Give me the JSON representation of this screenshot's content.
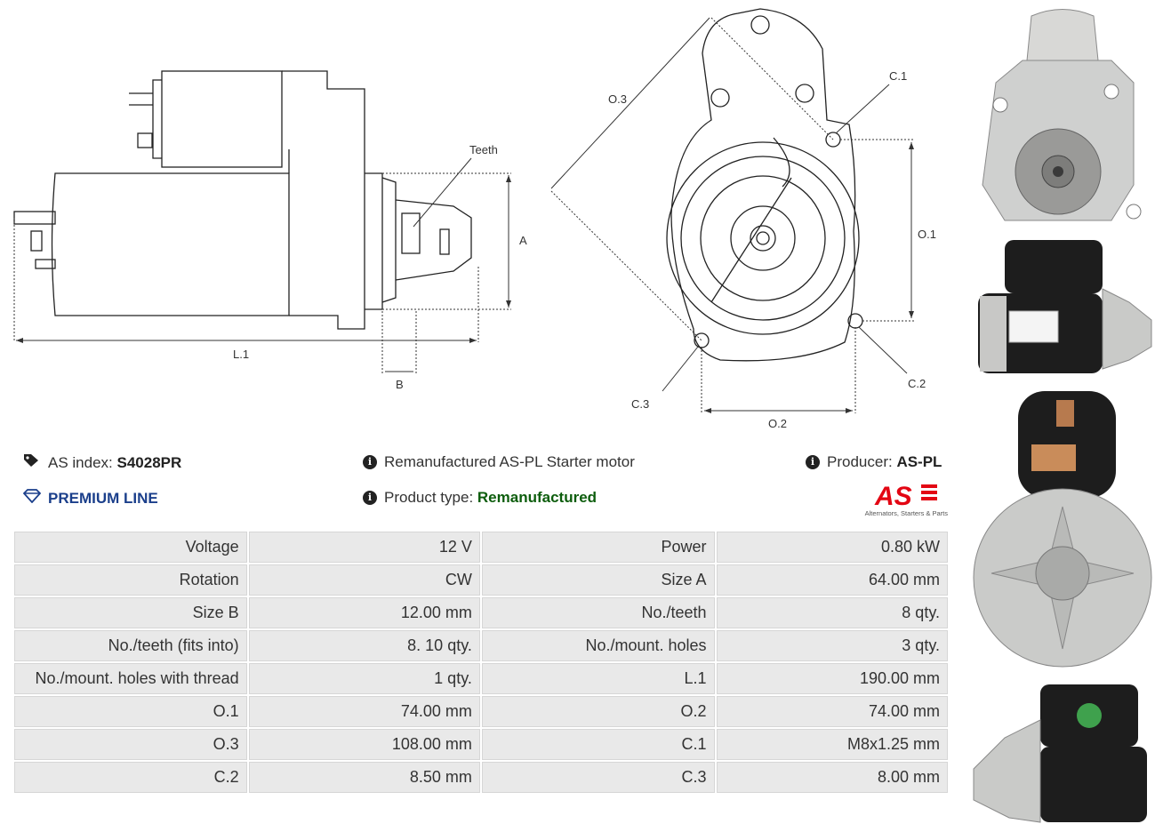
{
  "diagram": {
    "labels": {
      "teeth": "Teeth",
      "a": "A",
      "b": "B",
      "l1": "L.1",
      "o1": "O.1",
      "o2": "O.2",
      "o3": "O.3",
      "c1": "C.1",
      "c2": "C.2",
      "c3": "C.3"
    }
  },
  "header": {
    "as_index_label": "AS index:",
    "as_index_value": "S4028PR",
    "premium_line": "PREMIUM LINE",
    "description": "Remanufactured AS-PL Starter motor",
    "product_type_label": "Product type:",
    "product_type_value": "Remanufactured",
    "producer_label": "Producer:",
    "producer_value": "AS-PL",
    "logo_text": "AS",
    "logo_tagline": "Alternators, Starters & Parts"
  },
  "specs": [
    [
      "Voltage",
      "12 V",
      "Power",
      "0.80 kW"
    ],
    [
      "Rotation",
      "CW",
      "Size A",
      "64.00 mm"
    ],
    [
      "Size B",
      "12.00 mm",
      "No./teeth",
      "8 qty."
    ],
    [
      "No./teeth (fits into)",
      "8. 10 qty.",
      "No./mount. holes",
      "3 qty."
    ],
    [
      "No./mount. holes with thread",
      "1 qty.",
      "L.1",
      "190.00 mm"
    ],
    [
      "O.1",
      "74.00 mm",
      "O.2",
      "74.00 mm"
    ],
    [
      "O.3",
      "108.00 mm",
      "C.1",
      "M8x1.25 mm"
    ],
    [
      "C.2",
      "8.50 mm",
      "C.3",
      "8.00 mm"
    ]
  ],
  "colors": {
    "premium": "#1b3f8b",
    "product_type": "#0d5d0d",
    "logo_red": "#e30613"
  }
}
